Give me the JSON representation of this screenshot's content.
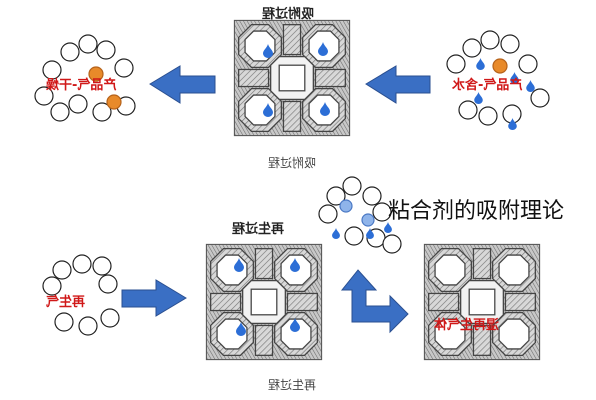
{
  "captions": {
    "top_heading": "吸附过程",
    "top_bottom": "吸附过程",
    "bottom_heading": "再生过程",
    "bottom_bottom": "再生过程"
  },
  "labels": {
    "product_dry_gas": "产品气-干燥",
    "product_water_gas": "产品气-含水",
    "regen_gas": "再生气",
    "wet_regen_gas": "湿再生气体"
  },
  "overlay_title": "粘合剂的吸附理论",
  "colors": {
    "arrow_blue": "#3a6fc4",
    "water_blue": "#2c6ed6",
    "light_blue": "#8fb4ea",
    "orange": "#e88a2a",
    "label_red": "#d01818"
  }
}
